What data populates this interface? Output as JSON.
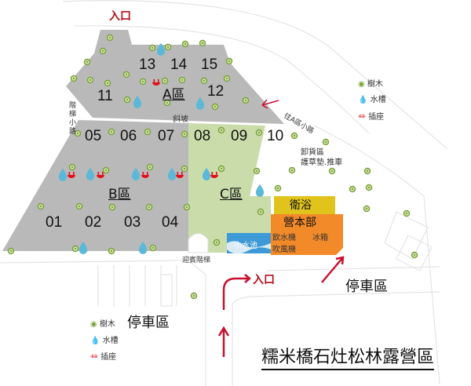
{
  "map": {
    "title": "糯米橋石灶松林露營區",
    "zones": {
      "a": "A區",
      "b": "B區",
      "c": "C區"
    },
    "sites": {
      "s13": "13",
      "s14": "14",
      "s15": "15",
      "s11": "11",
      "s12": "12",
      "s05": "05",
      "s06": "06",
      "s07": "07",
      "s08": "08",
      "s09": "09",
      "s10": "10",
      "s01": "01",
      "s02": "02",
      "s03": "03",
      "s04": "04"
    },
    "labels": {
      "entrance_top": "入口",
      "entrance_bottom": "入口",
      "slope": "斜坡",
      "stair_path": "階梯小路",
      "to_a_path": "往A區小路",
      "unloading": "卸貨區",
      "unloading_sub": "護草墊.推車",
      "bathroom": "衛浴",
      "office": "營本部",
      "water_dispenser": "飲水機",
      "fridge": "冰箱",
      "hair_dryer": "吹風機",
      "pond": "小水池",
      "welcome_stairs": "迎賓階梯",
      "parking_right": "停車區",
      "parking_left": "停車區"
    },
    "legend": [
      {
        "icon": "tree-icon",
        "label": "樹木"
      },
      {
        "icon": "water-sink-icon",
        "label": "水槽"
      },
      {
        "icon": "power-outlet-icon",
        "label": "插座"
      }
    ],
    "colors": {
      "zone_gray": "#b9b9b9",
      "zone_green": "#c9dcaa",
      "bath": "#e0c41c",
      "office": "#f28a2a",
      "pond": "#3d9ad6",
      "arrow": "#c8102e",
      "tree": "#7aa23a",
      "water": "#5bb8d8",
      "outlet": "#e3101a"
    }
  }
}
